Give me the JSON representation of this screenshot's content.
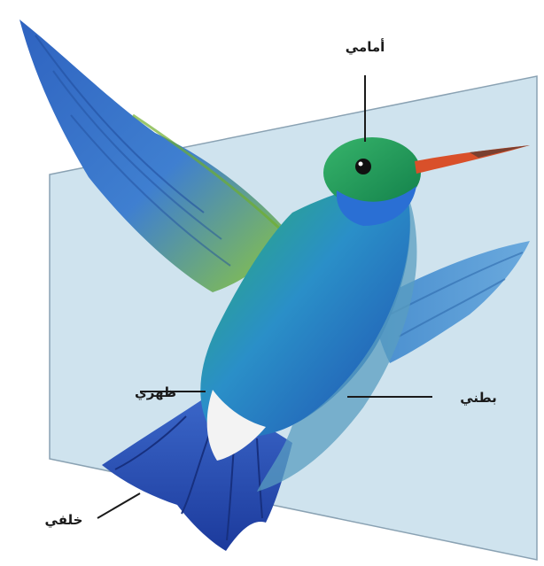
{
  "labels": {
    "anterior": "أمامي",
    "dorsal": "ظهري",
    "ventral": "بطني",
    "posterior": "خلفي"
  },
  "colors": {
    "plane_fill": "#cfe3ee",
    "plane_edge": "#8aa2b3",
    "head_green": "#1f9a5a",
    "throat_blue": "#2a6fd4",
    "wing_blue": "#3a70c9",
    "wing_green": "#8ec93a",
    "beak": "#d9502a",
    "tail_blue": "#2449b3",
    "belly_white": "#f3f3f3"
  }
}
